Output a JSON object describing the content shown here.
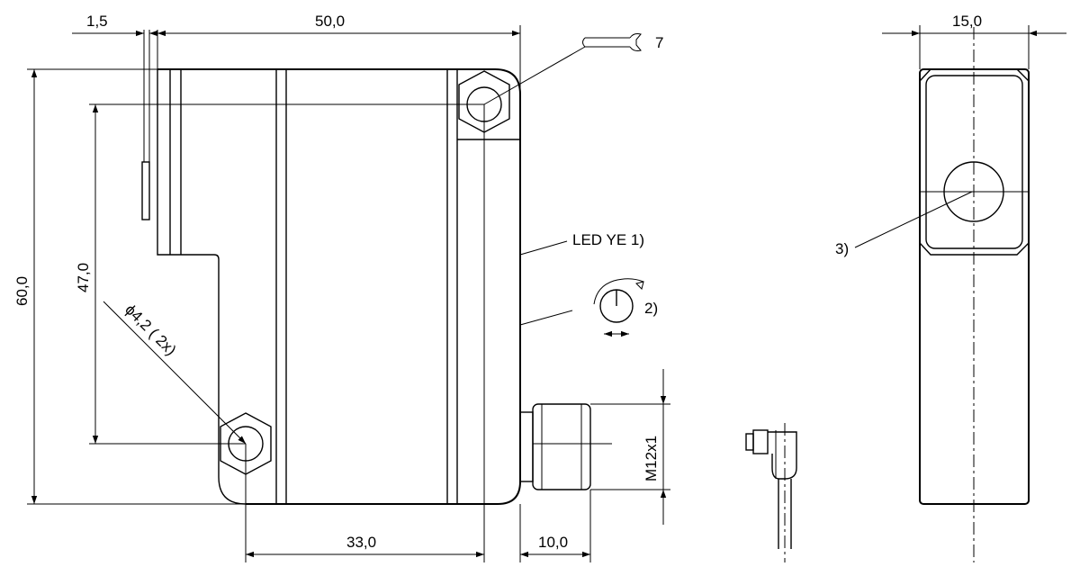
{
  "dimensions": {
    "flange_thickness": "1,5",
    "body_width": "50,0",
    "side_width": "15,0",
    "overall_height": "60,0",
    "hole_spacing": "47,0",
    "hole_diameter": "ϕ4,2 ( 2x)",
    "hole_offset": "33,0",
    "connector_length": "10,0",
    "thread": "M12x1"
  },
  "callouts": {
    "wrench": "7",
    "led": "LED YE 1)",
    "potentiometer": "2)",
    "lens": "3)"
  }
}
